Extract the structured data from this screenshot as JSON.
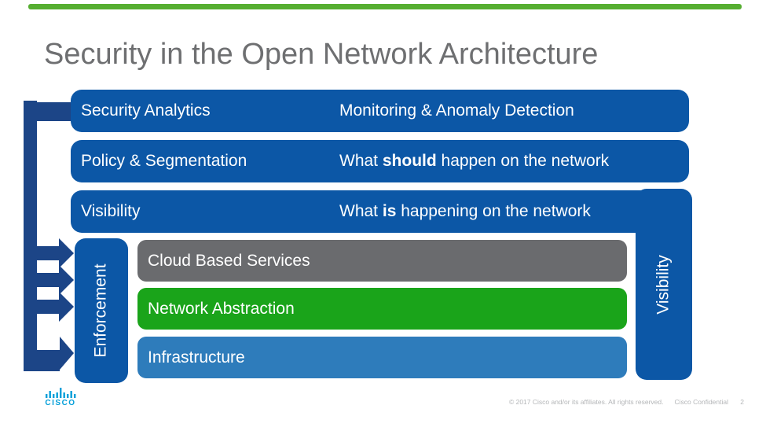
{
  "slide": {
    "title": "Security in the Open Network Architecture"
  },
  "rows": [
    {
      "label": "Security Analytics",
      "desc_prefix": "Monitoring & Anomaly Detection",
      "desc_bold": "",
      "desc_suffix": ""
    },
    {
      "label": "Policy & Segmentation",
      "desc_prefix": "What ",
      "desc_bold": "should",
      "desc_suffix": " happen on the network"
    },
    {
      "label": "Visibility",
      "desc_prefix": "What ",
      "desc_bold": "is",
      "desc_suffix": " happening on the network"
    }
  ],
  "vertical_bars": {
    "left": "Enforcement",
    "right": "Visibility"
  },
  "layers": [
    {
      "label": "Cloud Based Services",
      "color": "#6a6b6e"
    },
    {
      "label": "Network Abstraction",
      "color": "#1aa41a"
    },
    {
      "label": "Infrastructure",
      "color": "#2e7cbb"
    }
  ],
  "footer": {
    "copyright": "© 2017  Cisco and/or its affiliates. All rights reserved.",
    "confidential": "Cisco Confidential",
    "page": "2",
    "logo_text": "CISCO"
  },
  "colors": {
    "bar_blue": "#0c57a6",
    "arrow_navy": "#1c4587",
    "top_accent": "#56ae31",
    "title_gray": "#6e6f71",
    "footer_gray": "#b4b6b8",
    "logo_blue": "#049fd9"
  }
}
